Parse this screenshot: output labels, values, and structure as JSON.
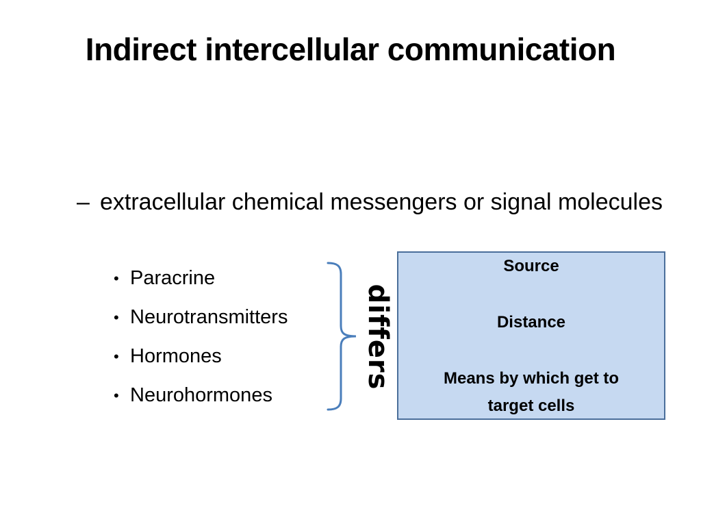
{
  "slide": {
    "title": "Indirect intercellular communication",
    "bullet_level1": {
      "marker": "–",
      "text": "extracellular chemical messengers or signal molecules"
    },
    "bullets_level2": {
      "marker": "•",
      "items": [
        "Paracrine",
        "Neurotransmitters",
        "Hormones",
        "Neurohormones"
      ]
    },
    "brace_label": "differs",
    "box": {
      "lines": [
        "Source",
        "Distance",
        "Means by which get to",
        "target cells"
      ]
    }
  },
  "colors": {
    "box_fill": "#c6d9f1",
    "box_border": "#4a6e9a",
    "brace": "#4a7ebb",
    "text": "#000000"
  }
}
